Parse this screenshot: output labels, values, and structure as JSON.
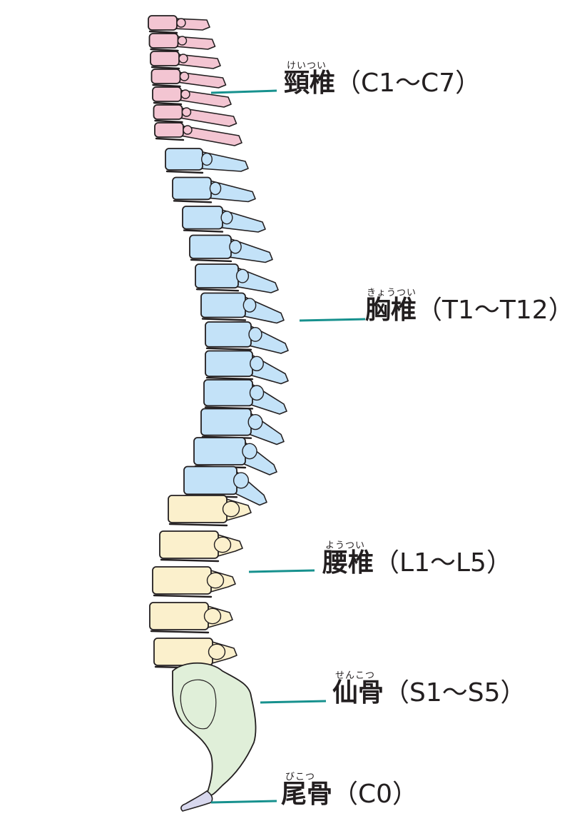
{
  "colors": {
    "cervical": "#f3c5d2",
    "thoracic": "#c3e2f8",
    "lumbar": "#fbf0cc",
    "sacrum": "#e0efd9",
    "coccyx": "#d8d8ee",
    "outline": "#231f20",
    "leader": "#17918e"
  },
  "labels": {
    "cervical": {
      "ruby": "けいつい",
      "name": "頸椎",
      "range": "（C1〜C7）"
    },
    "thoracic": {
      "ruby": "きょうつい",
      "name": "胸椎",
      "range": "（T1〜T12）"
    },
    "lumbar": {
      "ruby": "ようつい",
      "name": "腰椎",
      "range": "（L1〜L5）"
    },
    "sacrum": {
      "ruby": "せんこつ",
      "name": "仙骨",
      "range": "（S1〜S5）"
    },
    "coccyx": {
      "ruby": "びこつ",
      "name": "尾骨",
      "range": "（C0）"
    }
  }
}
